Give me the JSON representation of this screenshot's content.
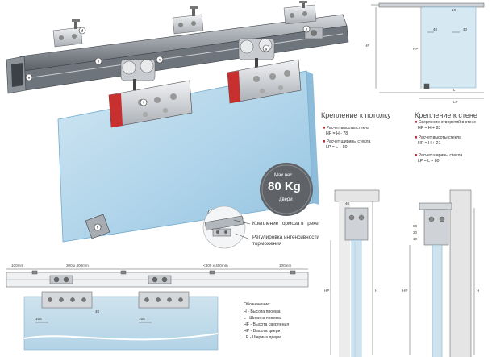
{
  "callouts": [
    "a",
    "b",
    "c",
    "d",
    "e",
    "f",
    "g",
    "h",
    "i"
  ],
  "badge": {
    "top": "Max вес",
    "value": "80 Kg",
    "bottom": "двери"
  },
  "brake_labels": {
    "brake_mount": "Крепление тормоза в треке",
    "brake_adjust_1": "Регулировка интенсивности",
    "brake_adjust_2": "торможения"
  },
  "top_right": {
    "HF": "HF",
    "HP": "HP",
    "L": "L",
    "LP": "LP",
    "d40a": "40",
    "d40b": "40",
    "d10": "10"
  },
  "ceiling": {
    "title": "Крепление к потолку",
    "items": [
      {
        "label": "Расчет высоты стекла",
        "formula": "HP = H - 78"
      },
      {
        "label": "Расчет ширины стекла",
        "formula": "LP = L + 80"
      }
    ]
  },
  "wall": {
    "title": "Крепление к стене",
    "items": [
      {
        "label": "Сверление отверстий в стене",
        "formula": "HF = H + 83"
      },
      {
        "label": "Расчет высоты стекла",
        "formula": "HP = H + 21"
      },
      {
        "label": "Расчет ширины стекла",
        "formula": "LP = L + 80"
      }
    ]
  },
  "sections": {
    "HP": "HP",
    "H": "H",
    "d40": "40",
    "d10": "10",
    "d20": "20",
    "d83": "83"
  },
  "dims": {
    "left100": "100mm",
    "span1": "300 x 400mm",
    "span2": "<800 x 400mm",
    "right100": "100mm",
    "d165a": "165",
    "d165b": "165",
    "d40": "40"
  },
  "legend": {
    "title": "Обозначение:",
    "items": [
      "H  - Высота проема",
      "L  - Ширина проема",
      "HF - Высота сверления",
      "HP - Высота двери",
      "LP - Ширина двери"
    ]
  }
}
